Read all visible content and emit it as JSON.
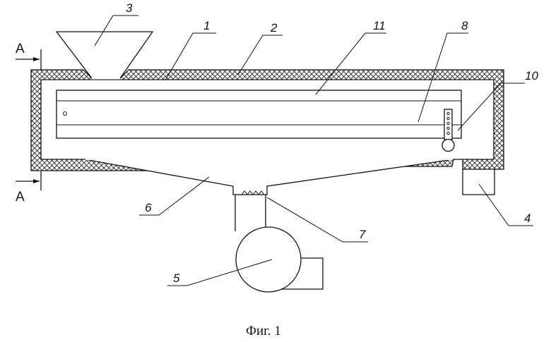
{
  "figure": {
    "caption": "Фиг. 1",
    "section_marker": "A",
    "callouts": {
      "c1": "1",
      "c2": "2",
      "c3": "3",
      "c4": "4",
      "c5": "5",
      "c6": "6",
      "c7": "7",
      "c8": "8",
      "c10": "10",
      "c11": "11"
    }
  }
}
